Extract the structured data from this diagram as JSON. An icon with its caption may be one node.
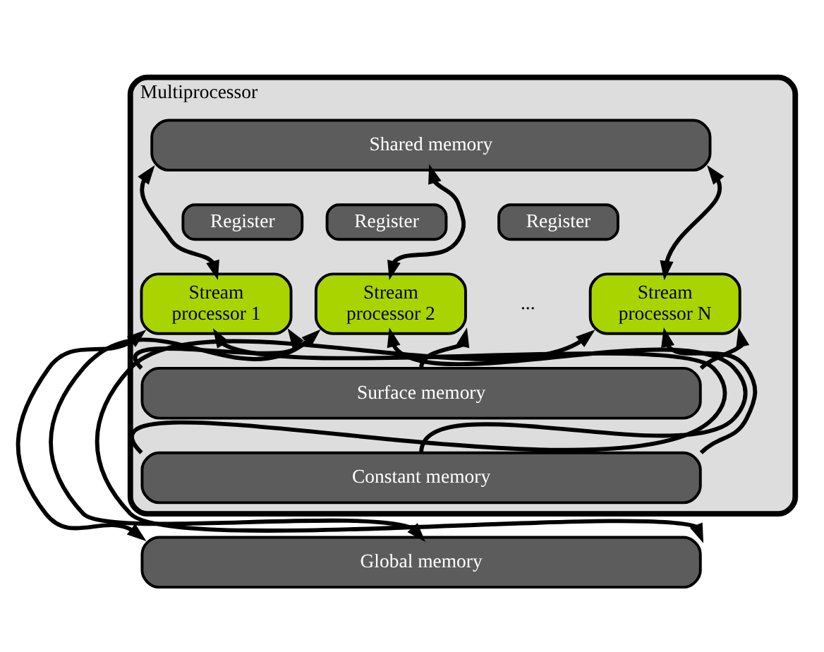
{
  "diagram": {
    "nodes": [
      {
        "text": [
          "Multiprocessor"
        ]
      },
      {
        "text": [
          "Shared memory"
        ],
        "in": 0
      },
      {
        "text": [
          "Register"
        ],
        "in": 0
      },
      {
        "text": [
          "Stream processor 1"
        ],
        "in": 0
      },
      {
        "text": [
          "Register"
        ],
        "in": 0
      },
      {
        "text": [
          "Stream processor 2"
        ],
        "in": 0
      },
      {
        "text": [
          "Register"
        ],
        "in": 0
      },
      {
        "text": [
          "Stream processor N"
        ],
        "in": 0
      },
      {
        "text": [
          "Surface memory"
        ],
        "in": 0
      },
      {
        "text": [
          "Constant memory"
        ],
        "in": 0
      },
      {
        "text": [
          "Global memory"
        ]
      }
    ],
    "edges": [
      {
        "from": 1,
        "to": 3,
        "arrow": "both"
      },
      {
        "from": 1,
        "to": 5,
        "arrow": "both"
      },
      {
        "from": 1,
        "to": 7,
        "arrow": "both"
      },
      {
        "from": 3,
        "to": 10,
        "arrow": "both"
      },
      {
        "from": 9,
        "to": 3,
        "arrow": "to"
      },
      {
        "from": 8,
        "to": 3,
        "arrow": "to"
      },
      {
        "from": 5,
        "to": 10,
        "arrow": "both"
      },
      {
        "from": 9,
        "to": 5,
        "arrow": "to"
      },
      {
        "from": 8,
        "to": 5,
        "arrow": "to"
      },
      {
        "from": 7,
        "to": 10,
        "arrow": "both"
      },
      {
        "from": 9,
        "to": 7,
        "arrow": "to"
      },
      {
        "from": 8,
        "to": 7,
        "arrow": "to"
      }
    ],
    "labels": [
      "..."
    ]
  }
}
